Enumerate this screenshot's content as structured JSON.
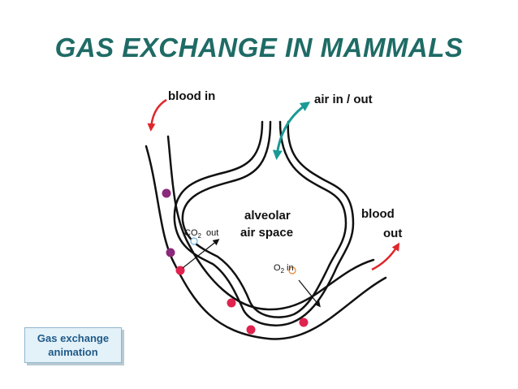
{
  "title": "GAS EXCHANGE IN MAMMALS",
  "labels": {
    "blood_in": "blood in",
    "air_in_out": "air in / out",
    "alveolar_line1": "alveolar",
    "alveolar_line2": "air space",
    "blood_out_line1": "blood",
    "blood_out_line2": "out",
    "co2_prefix": "CO",
    "co2_sub": "2",
    "co2_suffix": "out",
    "o2_prefix": "O",
    "o2_sub": "2",
    "o2_suffix": "in"
  },
  "button": {
    "label": "Gas exchange\nanimation"
  },
  "colors": {
    "title": "#1f6b66",
    "arrow_red": "#e0262a",
    "arrow_teal": "#1a9a96",
    "cell_red": "#e0224e",
    "cell_purple": "#8a2a7a",
    "co2_bubble": "#6ab0e0",
    "o2_bubble": "#e8822a"
  }
}
